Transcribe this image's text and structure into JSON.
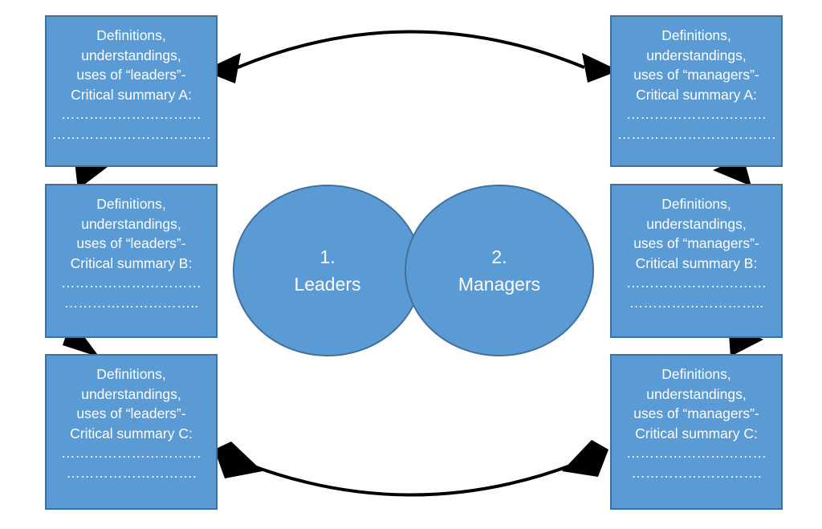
{
  "colors": {
    "box_fill": "#5b9bd5",
    "box_border": "#41719c",
    "text": "#ffffff",
    "arrow": "#000000"
  },
  "left_boxes": [
    {
      "lines": [
        "Definitions,",
        "understandings,",
        "uses of “leaders”-",
        "Critical summary A:",
        "…………………………",
        "……………………………."
      ]
    },
    {
      "lines": [
        "Definitions,",
        "understandings,",
        "uses of “leaders”-",
        "Critical summary B:",
        "…………………………",
        "……………………….."
      ]
    },
    {
      "lines": [
        "Definitions,",
        "understandings,",
        "uses of “leaders”-",
        "Critical summary C:",
        "…………………………",
        "………………………."
      ]
    }
  ],
  "right_boxes": [
    {
      "lines": [
        "Definitions,",
        "understandings,",
        "uses of “managers”-",
        "Critical summary A:",
        "…………………………",
        "……………………………."
      ]
    },
    {
      "lines": [
        "Definitions,",
        "understandings,",
        "uses of “managers”-",
        "Critical summary B:",
        "…………………………",
        "……………………….."
      ]
    },
    {
      "lines": [
        "Definitions,",
        "understandings,",
        "uses of “managers”-",
        "Critical summary C:",
        "…………………………",
        "………………………."
      ]
    }
  ],
  "circles": [
    {
      "number": "1.",
      "label": "Leaders"
    },
    {
      "number": "2.",
      "label": "Managers"
    }
  ]
}
